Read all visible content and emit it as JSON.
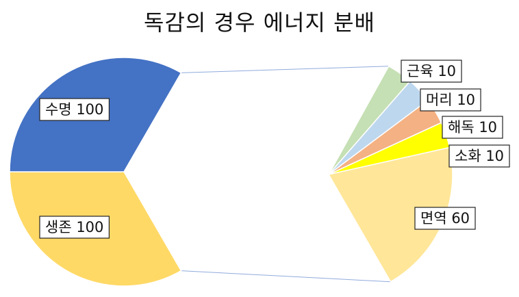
{
  "chart_data": {
    "type": "pie",
    "subtype": "pie-of-pie",
    "title": "독감의 경우 에너지 분배",
    "main_pie": {
      "slices": [
        {
          "label": "수명",
          "value": 100,
          "display": "수명 100",
          "color": "#4472C4"
        },
        {
          "label": "생존",
          "value": 100,
          "display": "생존 100",
          "color": "#FFD966"
        }
      ],
      "split_remainder_value": 100
    },
    "secondary_pie": {
      "slices": [
        {
          "label": "근육",
          "value": 10,
          "display": "근육 10",
          "color": "#C5E0B4"
        },
        {
          "label": "머리",
          "value": 10,
          "display": "머리 10",
          "color": "#BDD7EE"
        },
        {
          "label": "해독",
          "value": 10,
          "display": "해독 10",
          "color": "#F4B183"
        },
        {
          "label": "소화",
          "value": 10,
          "display": "소화 10",
          "color": "#FFFF00"
        },
        {
          "label": "면역",
          "value": 60,
          "display": "면역 60",
          "color": "#FFE699"
        }
      ]
    },
    "legend": "none",
    "connector_color": "#8FAADC"
  }
}
